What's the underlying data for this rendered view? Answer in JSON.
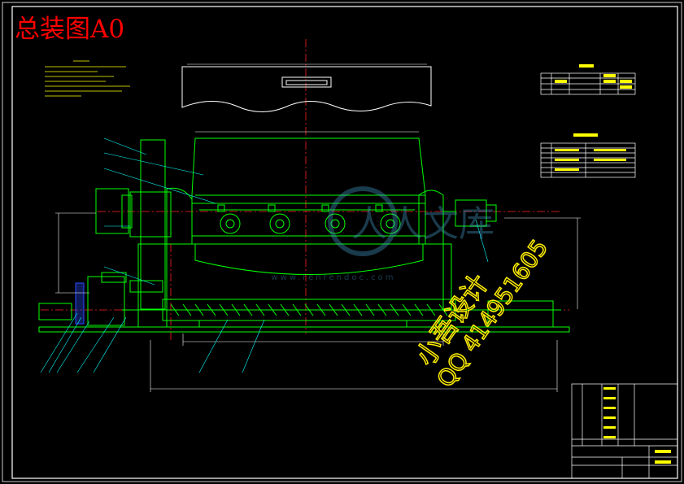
{
  "sheet": {
    "title": "总装图A0"
  },
  "watermark": {
    "author_line": "小吾设计",
    "qq_line": "QQ 414951605",
    "site": "www.renrendoc.com",
    "logo_text": "人人文库"
  },
  "colors": {
    "background": "#000000",
    "frame": "#ffffff",
    "outline": "#00ff00",
    "centerline": "#ff2020",
    "dimension": "#00e0e0",
    "leader": "#00ffff",
    "title_red": "#ff0000",
    "watermark_yellow": "#ffee00",
    "notes_yellow": "#ffff00",
    "motor_blue": "#2a4cff"
  }
}
